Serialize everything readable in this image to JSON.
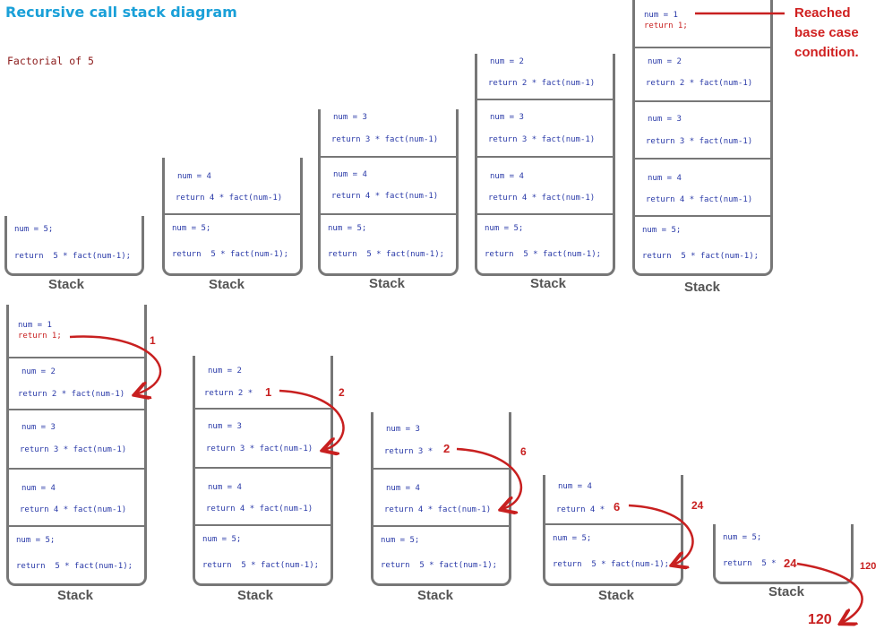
{
  "title": "Recursive call stack diagram",
  "subtitle": "Factorial of 5",
  "stack_label": "Stack",
  "note": [
    "Reached",
    "base case",
    "condition."
  ],
  "code": {
    "num5": "num = 5;",
    "ret5": "return  5 * fact(num-1);",
    "num4": "num = 4",
    "ret4": "return 4 * fact(num-1)",
    "num3": "num = 3",
    "ret3": "return 3 * fact(num-1)",
    "num2": "num = 2",
    "ret2": "return 2 * fact(num-1)",
    "num1": "num = 1",
    "ret1": "return 1;",
    "ret2_partial": "return 2 * ",
    "ret3_partial": "return 3 * ",
    "ret4_partial": "return 4 * ",
    "ret5_partial": "return  5 * "
  },
  "values": {
    "v1": "1",
    "v2": "2",
    "v6": "6",
    "v24": "24",
    "v120": "120"
  },
  "colors": {
    "title": "#1aa0d8",
    "code": "#2a3aa8",
    "accent": "#c82020",
    "stack_border": "#777777"
  }
}
